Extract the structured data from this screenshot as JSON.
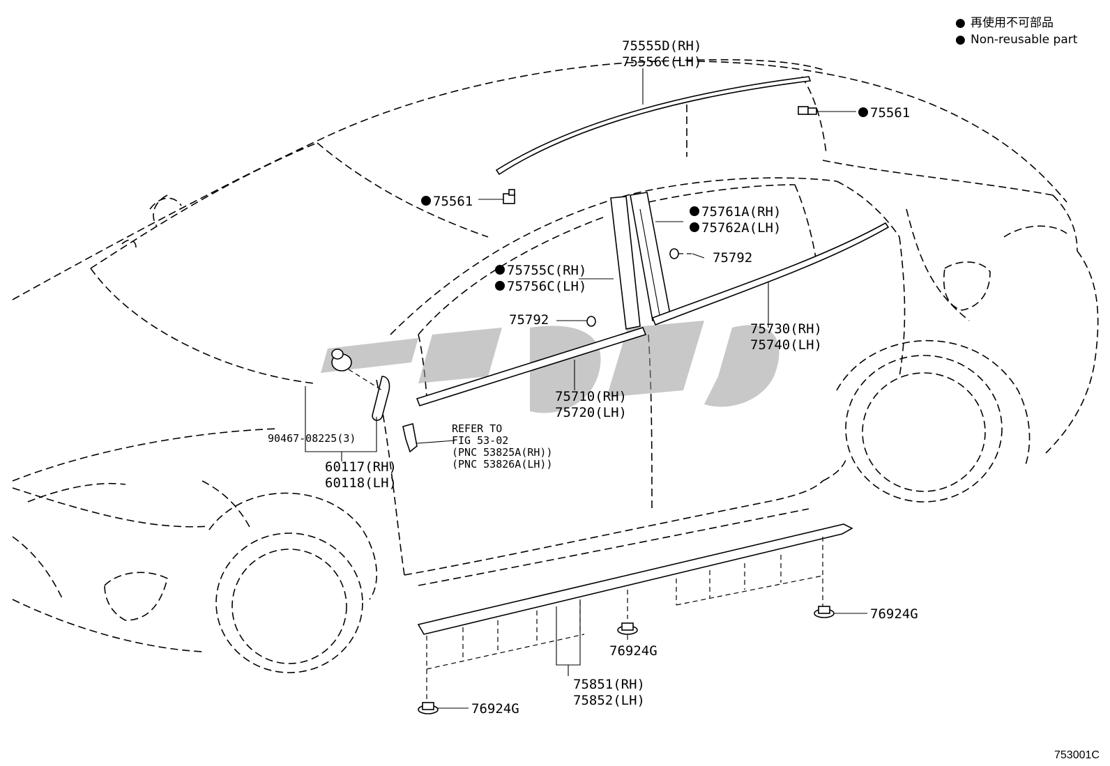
{
  "legend": {
    "bullet": "●",
    "line_jp": "再使用不可部品",
    "line_en": "Non-reusable part"
  },
  "parts": {
    "roof_molding": {
      "rh": "75555D(RH)",
      "lh": "75556C(LH)"
    },
    "clip_rear": "75561",
    "clip_front": "75561",
    "rear_pillar_garnish": {
      "rh": "75761A(RH)",
      "lh": "75762A(LH)"
    },
    "clip_rear_pillar": "75792",
    "front_pillar_garnish": {
      "rh": "75755C(RH)",
      "lh": "75756C(LH)"
    },
    "clip_front_pillar": "75792",
    "rear_belt_molding": {
      "rh": "75730(RH)",
      "lh": "75740(LH)"
    },
    "front_belt_molding": {
      "rh": "75710(RH)",
      "lh": "75720(LH)"
    },
    "screw": "90467-08225(3)",
    "mirror_cover": {
      "rh": "60117(RH)",
      "lh": "60118(LH)"
    },
    "refer": {
      "line1": "REFER TO",
      "line2": "FIG 53-02",
      "line3": "(PNC 53825A(RH))",
      "line4": "(PNC 53826A(LH))"
    },
    "rocker_molding": {
      "rh": "75851(RH)",
      "lh": "75852(LH)"
    },
    "nut_right": "76924G",
    "nut_center": "76924G",
    "nut_left": "76924G"
  },
  "figure_code": "753001C"
}
